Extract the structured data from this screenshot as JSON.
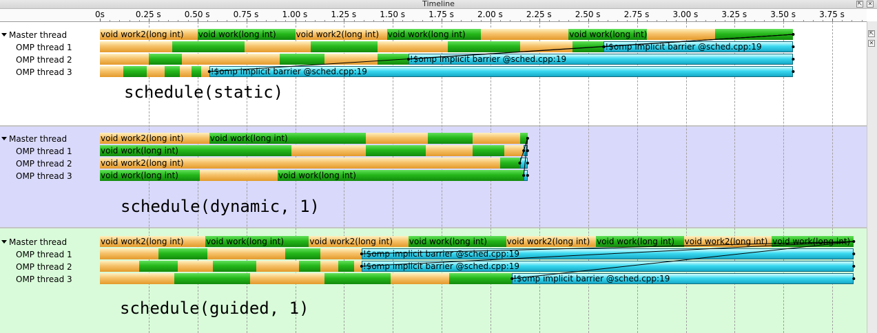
{
  "window": {
    "title": "Timeline",
    "float_button": "⇱",
    "close_button": "✕"
  },
  "ruler": {
    "ticks": [
      "0s",
      "0.25 s",
      "0.50 s",
      "0.75 s",
      "1.00 s",
      "1.25 s",
      "1.50 s",
      "1.75 s",
      "2.00 s",
      "2.25 s",
      "2.50 s",
      "2.75 s",
      "3.00 s",
      "3.25 s",
      "3.50 s",
      "3.75 s"
    ]
  },
  "threads": [
    "Master thread",
    "OMP thread 1",
    "OMP thread 2",
    "OMP thread 3"
  ],
  "segment_labels": {
    "work2": "void work2(long int)",
    "work": "void work(long int)",
    "barrier": "!$omp implicit barrier @sched.cpp:19"
  },
  "panels": [
    {
      "id": "static",
      "title": "schedule(static)",
      "end_time": 3.55,
      "rows": [
        [
          [
            "work2",
            0,
            0.5,
            true
          ],
          [
            "work",
            0.5,
            1.0,
            true
          ],
          [
            "work2",
            1.0,
            1.47,
            true
          ],
          [
            "work",
            1.47,
            1.95,
            true
          ],
          [
            "work2",
            1.95,
            2.4,
            false
          ],
          [
            "work",
            2.4,
            2.8,
            true
          ],
          [
            "work2",
            2.8,
            3.15,
            false
          ],
          [
            "work",
            3.15,
            3.55,
            false
          ]
        ],
        [
          [
            "work2",
            0,
            0.37,
            false
          ],
          [
            "work",
            0.37,
            0.74,
            false
          ],
          [
            "work2",
            0.74,
            1.08,
            false
          ],
          [
            "work",
            1.08,
            1.42,
            false
          ],
          [
            "work2",
            1.42,
            1.78,
            false
          ],
          [
            "work",
            1.78,
            2.15,
            false
          ],
          [
            "work2",
            2.15,
            2.42,
            false
          ],
          [
            "work",
            2.42,
            2.58,
            false
          ],
          [
            "barrier",
            2.58,
            3.55,
            true
          ]
        ],
        [
          [
            "work2",
            0,
            0.25,
            false
          ],
          [
            "work",
            0.25,
            0.42,
            false
          ],
          [
            "work2",
            0.42,
            0.92,
            false
          ],
          [
            "work",
            0.92,
            1.15,
            false
          ],
          [
            "work2",
            1.15,
            1.42,
            false
          ],
          [
            "work",
            1.42,
            1.58,
            false
          ],
          [
            "barrier",
            1.58,
            3.55,
            true
          ]
        ],
        [
          [
            "work2",
            0,
            0.12,
            false
          ],
          [
            "work",
            0.12,
            0.24,
            false
          ],
          [
            "work2",
            0.24,
            0.33,
            false
          ],
          [
            "work",
            0.33,
            0.41,
            false
          ],
          [
            "work2",
            0.41,
            0.47,
            false
          ],
          [
            "work",
            0.47,
            0.52,
            false
          ],
          [
            "work2",
            0.52,
            0.56,
            false
          ],
          [
            "barrier",
            0.56,
            3.55,
            true
          ]
        ]
      ]
    },
    {
      "id": "dynamic",
      "title": "schedule(dynamic, 1)",
      "end_time": 2.19,
      "rows": [
        [
          [
            "work2",
            0,
            0.56,
            true
          ],
          [
            "work",
            0.56,
            1.36,
            true
          ],
          [
            "work2",
            1.36,
            1.68,
            false
          ],
          [
            "work",
            1.68,
            1.91,
            false
          ],
          [
            "work2",
            1.91,
            2.15,
            false
          ],
          [
            "work",
            2.15,
            2.19,
            false
          ]
        ],
        [
          [
            "work",
            0,
            0.98,
            true
          ],
          [
            "work2",
            0.98,
            1.36,
            false
          ],
          [
            "work",
            1.36,
            1.67,
            false
          ],
          [
            "work2",
            1.67,
            1.91,
            false
          ],
          [
            "work",
            1.91,
            2.07,
            false
          ],
          [
            "work2",
            2.07,
            2.17,
            false
          ],
          [
            "barrier",
            2.17,
            2.19,
            false
          ]
        ],
        [
          [
            "work2",
            0,
            2.05,
            true
          ],
          [
            "work",
            2.05,
            2.15,
            false
          ],
          [
            "barrier",
            2.15,
            2.19,
            false
          ]
        ],
        [
          [
            "work",
            0,
            0.51,
            true
          ],
          [
            "work2",
            0.51,
            0.91,
            false
          ],
          [
            "work",
            0.91,
            2.17,
            true
          ],
          [
            "barrier",
            2.17,
            2.19,
            false
          ]
        ]
      ]
    },
    {
      "id": "guided",
      "title": "schedule(guided, 1)",
      "end_time": 3.86,
      "rows": [
        [
          [
            "work2",
            0,
            0.54,
            true
          ],
          [
            "work",
            0.54,
            1.07,
            true
          ],
          [
            "work2",
            1.07,
            1.58,
            true
          ],
          [
            "work",
            1.58,
            2.08,
            true
          ],
          [
            "work2",
            2.08,
            2.54,
            true
          ],
          [
            "work",
            2.54,
            2.99,
            true
          ],
          [
            "work2",
            2.99,
            3.44,
            true
          ],
          [
            "work",
            3.44,
            3.86,
            true
          ]
        ],
        [
          [
            "work2",
            0,
            0.3,
            false
          ],
          [
            "work",
            0.3,
            0.55,
            false
          ],
          [
            "work2",
            0.55,
            0.95,
            false
          ],
          [
            "work",
            0.95,
            1.13,
            false
          ],
          [
            "work2",
            1.13,
            1.34,
            false
          ],
          [
            "barrier",
            1.34,
            3.86,
            true
          ]
        ],
        [
          [
            "work2",
            0,
            0.2,
            false
          ],
          [
            "work",
            0.2,
            0.4,
            false
          ],
          [
            "work2",
            0.4,
            0.58,
            false
          ],
          [
            "work",
            0.58,
            0.8,
            false
          ],
          [
            "work2",
            0.8,
            1.02,
            false
          ],
          [
            "work",
            1.02,
            1.13,
            false
          ],
          [
            "work2",
            1.13,
            1.22,
            false
          ],
          [
            "work",
            1.22,
            1.3,
            false
          ],
          [
            "work2",
            1.3,
            1.34,
            false
          ],
          [
            "barrier",
            1.34,
            3.86,
            true
          ]
        ],
        [
          [
            "work2",
            0,
            0.38,
            false
          ],
          [
            "work",
            0.38,
            0.77,
            false
          ],
          [
            "work2",
            0.77,
            1.15,
            false
          ],
          [
            "work",
            1.15,
            1.49,
            false
          ],
          [
            "work2",
            1.49,
            1.79,
            false
          ],
          [
            "work",
            1.79,
            2.11,
            false
          ],
          [
            "barrier",
            2.11,
            3.86,
            true
          ]
        ]
      ]
    }
  ]
}
